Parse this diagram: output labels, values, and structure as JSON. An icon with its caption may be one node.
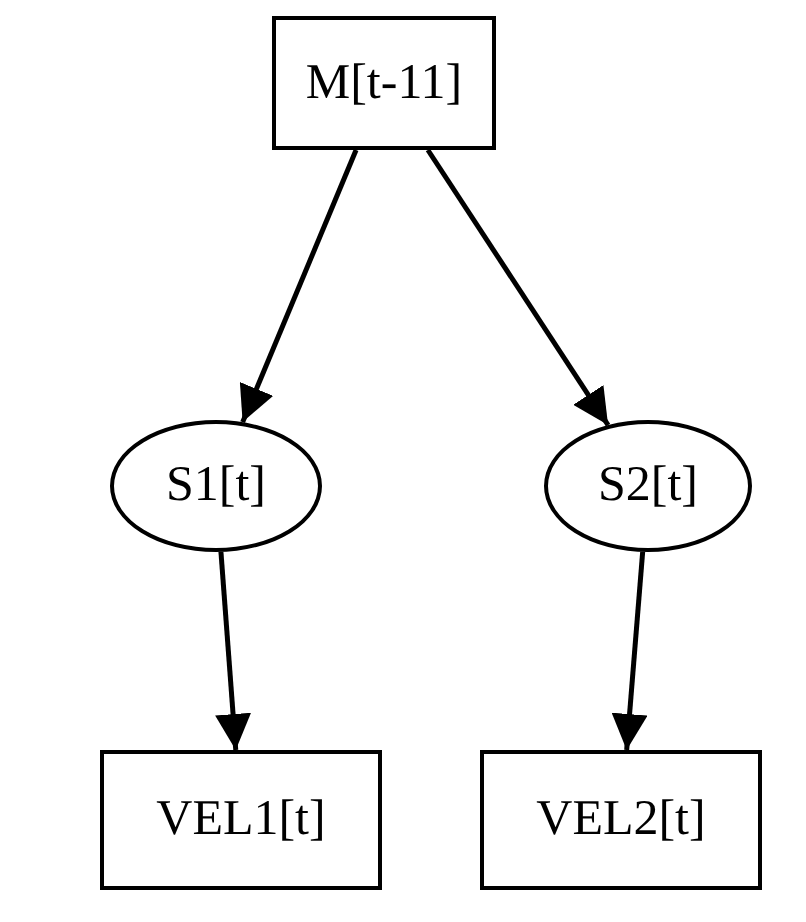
{
  "diagram": {
    "nodes": [
      {
        "text": [
          "M[t-11]"
        ]
      },
      {
        "text": [
          "S1[t]"
        ]
      },
      {
        "text": [
          "S2[t]"
        ]
      },
      {
        "text": [
          "VEL1[t]"
        ]
      },
      {
        "text": [
          "VEL2[t]"
        ]
      }
    ],
    "edges": [
      {
        "from": 0,
        "to": 1,
        "arrow": "to"
      },
      {
        "from": 0,
        "to": 2,
        "arrow": "to"
      },
      {
        "from": 1,
        "to": 3,
        "arrow": "to"
      },
      {
        "from": 2,
        "to": 4,
        "arrow": "to"
      }
    ]
  }
}
